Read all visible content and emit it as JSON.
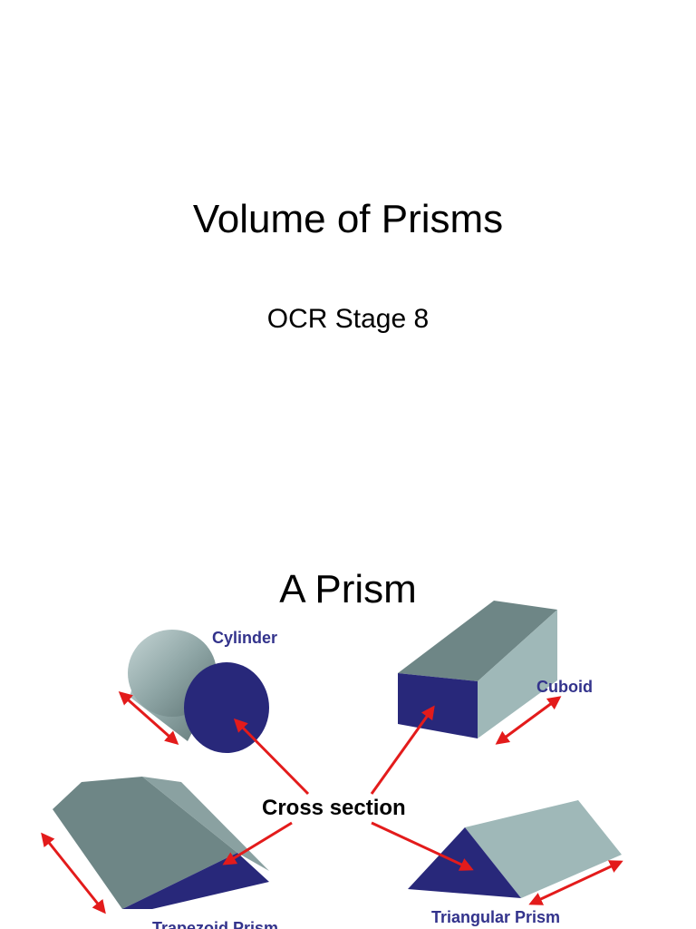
{
  "slide1": {
    "title": "Volume of Prisms",
    "subtitle": "OCR Stage 8"
  },
  "slide2": {
    "title": "A Prism",
    "labels": {
      "cylinder": "Cylinder",
      "cuboid": "Cuboid",
      "cross_section": "Cross section",
      "trapezoid": "Trapezoid Prism",
      "triangular": "Triangular Prism"
    }
  },
  "colors": {
    "face_navy": "#28287a",
    "label_blue": "#33338c",
    "arrow_red": "#e31b1b",
    "prism_gray": "#6e8686",
    "prism_light": "#9fb8b8"
  }
}
